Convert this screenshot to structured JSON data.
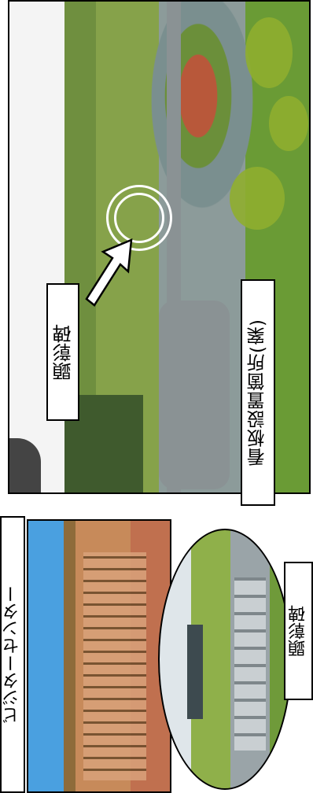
{
  "labels": {
    "monument_top": "顕彰碑",
    "signboard_location": "看板設置箇所(案)",
    "visitor_center": "ビジターセンター",
    "monument_bottom": "顕彰碑"
  },
  "photos": {
    "main": "aerial-park-photo",
    "visitor_center": "visitor-center-photo",
    "monument": "monument-photo"
  },
  "colors": {
    "marker": "#ffffff",
    "border": "#000000"
  }
}
